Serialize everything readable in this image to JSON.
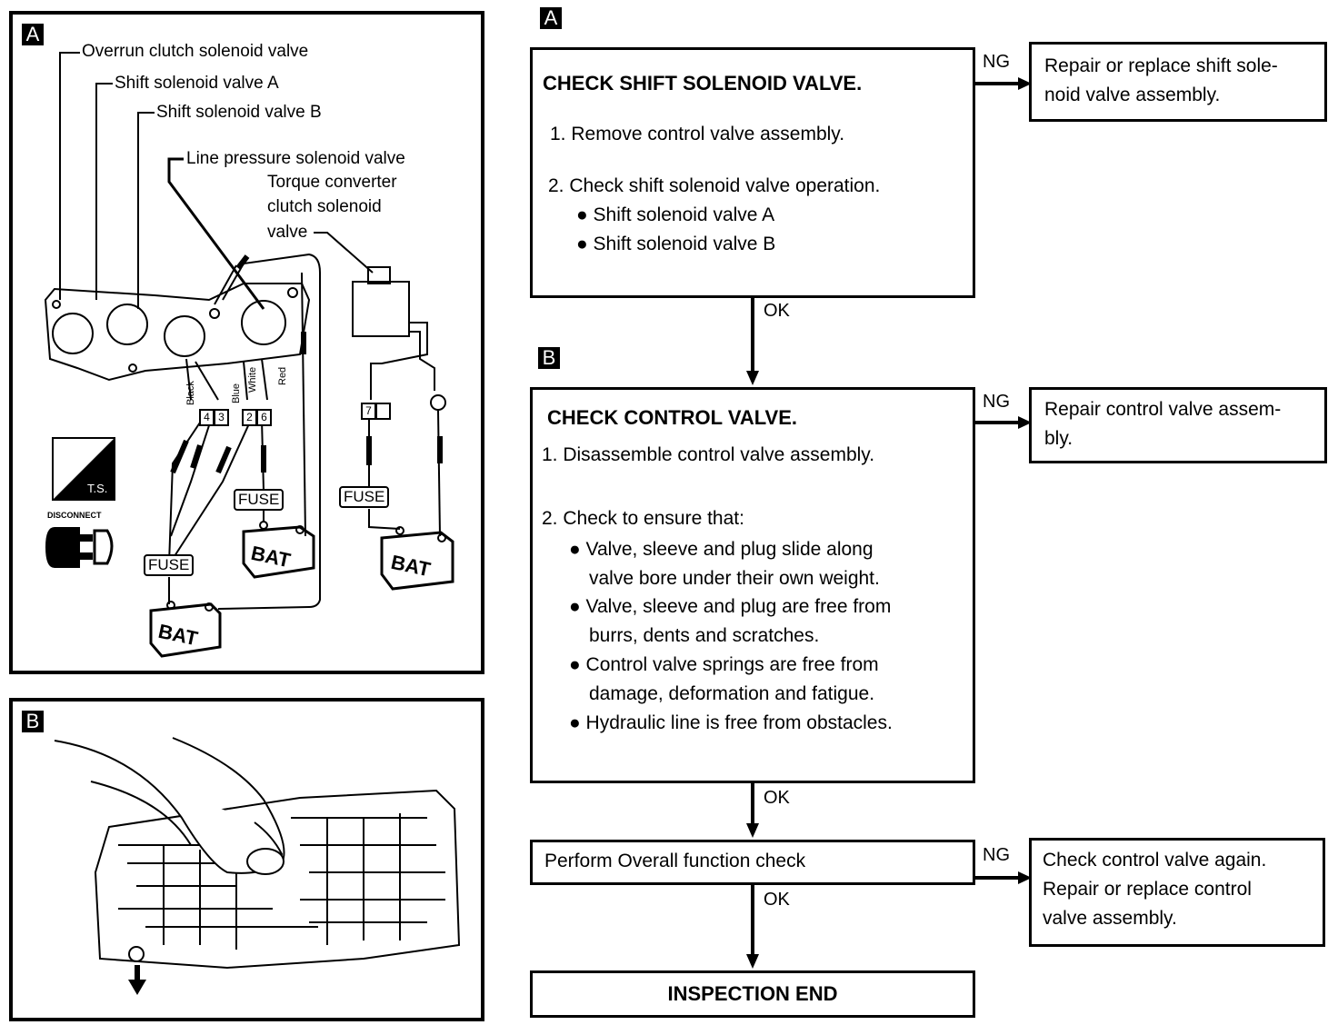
{
  "panelA": {
    "tag": "A",
    "callouts": {
      "overrun": "Overrun clutch solenoid valve",
      "shiftA": "Shift solenoid valve A",
      "shiftB": "Shift solenoid valve B",
      "line": "Line pressure solenoid valve",
      "tcc1": "Torque converter",
      "tcc2": "clutch solenoid",
      "tcc3": "valve"
    },
    "wires": {
      "black": "Black",
      "blue": "Blue",
      "white": "White",
      "red": "Red"
    },
    "pins": [
      "4",
      "3",
      "2",
      "6",
      "7"
    ],
    "fuse": "FUSE",
    "bat": "BAT",
    "ts": "T.S.",
    "disconnect": "DISCONNECT"
  },
  "panelB": {
    "tag": "B"
  },
  "flow": {
    "tagA": "A",
    "tagB": "B",
    "step1": {
      "title": "CHECK SHIFT SOLENOID VALVE.",
      "line1": "1. Remove control valve assembly.",
      "line2": "2. Check shift solenoid valve operation.",
      "bullet1": "Shift solenoid valve A",
      "bullet2": "Shift solenoid valve B",
      "ng": "NG",
      "ok": "OK",
      "ng_result_1": "Repair or replace shift sole-",
      "ng_result_2": "noid valve assembly."
    },
    "step2": {
      "title": "CHECK CONTROL VALVE.",
      "line1": "1. Disassemble control valve assembly.",
      "line2": "2. Check to ensure that:",
      "b1a": "Valve, sleeve and plug slide along",
      "b1b": "valve bore under their own weight.",
      "b2a": "Valve, sleeve and plug are free from",
      "b2b": "burrs, dents and scratches.",
      "b3a": "Control valve springs are free from",
      "b3b": "damage, deformation and fatigue.",
      "b4": "Hydraulic line is free from obstacles.",
      "ng": "NG",
      "ok": "OK",
      "ng_result_1": "Repair control valve assem-",
      "ng_result_2": "bly."
    },
    "step3": {
      "title": "Perform Overall function check",
      "ng": "NG",
      "ok": "OK",
      "ng_result_1": "Check control valve again.",
      "ng_result_2": "Repair or replace control",
      "ng_result_3": "valve assembly."
    },
    "end": "INSPECTION END"
  }
}
